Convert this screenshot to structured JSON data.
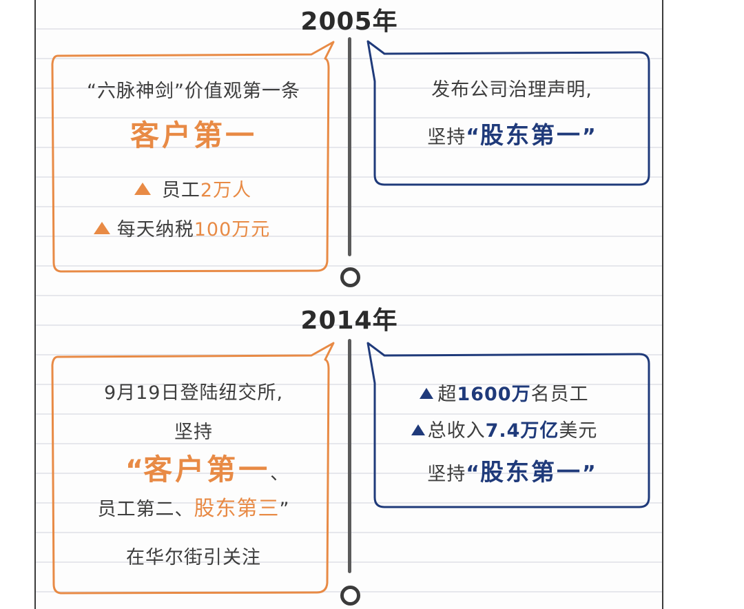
{
  "colors": {
    "orange": "#e88a45",
    "navy": "#1f3a7a",
    "axis": "#5b5b5b",
    "text": "#3d3d3d"
  },
  "icons": {
    "bullet": "triangle-icon",
    "timeline_node": "ring-icon"
  },
  "year_2005": {
    "label": "2005年",
    "left": {
      "line1": "“六脉神剑”价值观第一条",
      "line2": "客户第一",
      "bullet1_prefix": "员工",
      "bullet1_value": "2万人",
      "bullet2_prefix": "每天纳税",
      "bullet2_value": "100万元"
    },
    "right": {
      "line1": "发布公司治理声明,",
      "line2_prefix": "坚持",
      "line2_open_quote": "“",
      "line2_emphasis": "股东第一",
      "line2_close_quote": "”"
    }
  },
  "year_2014": {
    "label": "2014年",
    "left": {
      "line1": "9月19日登陆纽交所,",
      "line2": "坚持",
      "line3_open_quote": "“",
      "line3_emphasis": "客户第一",
      "line3_suffix": "、",
      "line4_prefix": "员工第二、",
      "line4_emphasis": "股东第三",
      "line4_close_quote": "”",
      "line5": "在华尔街引关注"
    },
    "right": {
      "bullet1_prefix": "超",
      "bullet1_value": "1600万",
      "bullet1_suffix": "名员工",
      "bullet2_prefix": "总收入",
      "bullet2_value": "7.4万亿",
      "bullet2_suffix": "美元",
      "line3_prefix": "坚持",
      "line3_open_quote": "“",
      "line3_emphasis": "股东第一",
      "line3_close_quote": "”"
    }
  }
}
